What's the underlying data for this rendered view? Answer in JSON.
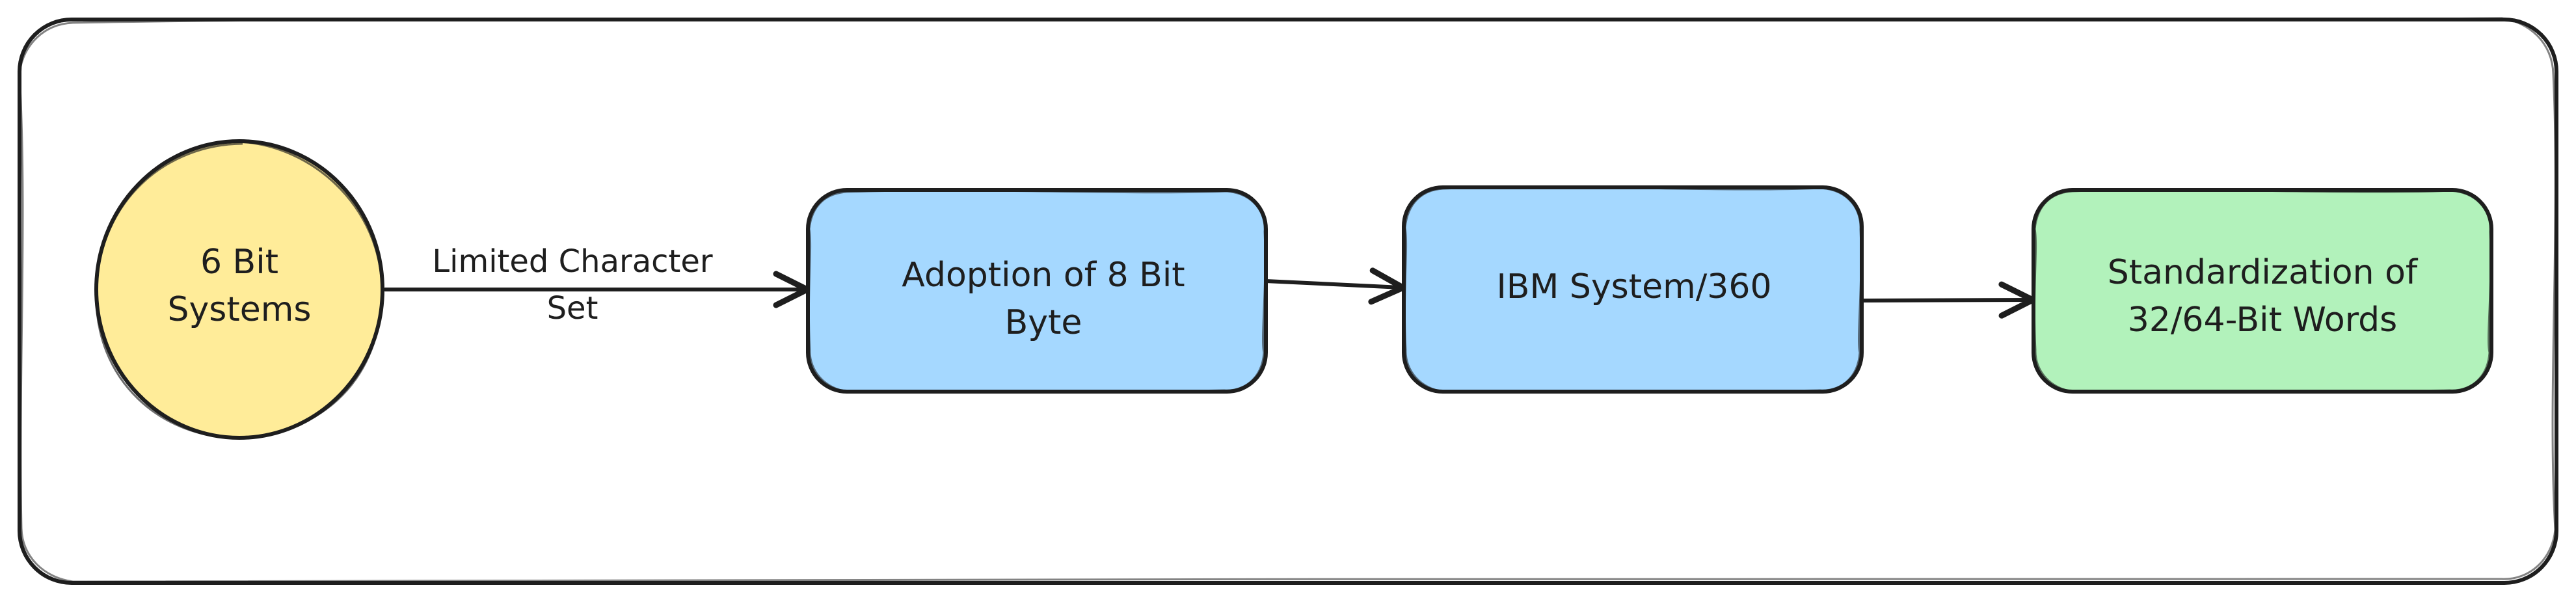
{
  "diagram": {
    "nodes": [
      {
        "id": "six-bit",
        "lines": [
          "6 Bit",
          "Systems"
        ],
        "shape": "circle",
        "color": "#ffec99"
      },
      {
        "id": "eight-bit",
        "lines": [
          "Adoption of 8 Bit",
          "Byte"
        ],
        "shape": "rounded-rect",
        "color": "#a5d8ff"
      },
      {
        "id": "ibm-360",
        "lines": [
          "IBM System/360"
        ],
        "shape": "rounded-rect",
        "color": "#a5d8ff"
      },
      {
        "id": "standardization",
        "lines": [
          "Standardization of",
          "32/64-Bit Words"
        ],
        "shape": "rounded-rect",
        "color": "#b2f2bb"
      }
    ],
    "edges": [
      {
        "from": "six-bit",
        "to": "eight-bit",
        "lines": [
          "Limited Character",
          "Set"
        ]
      },
      {
        "from": "eight-bit",
        "to": "ibm-360",
        "lines": []
      },
      {
        "from": "ibm-360",
        "to": "standardization",
        "lines": []
      }
    ]
  }
}
